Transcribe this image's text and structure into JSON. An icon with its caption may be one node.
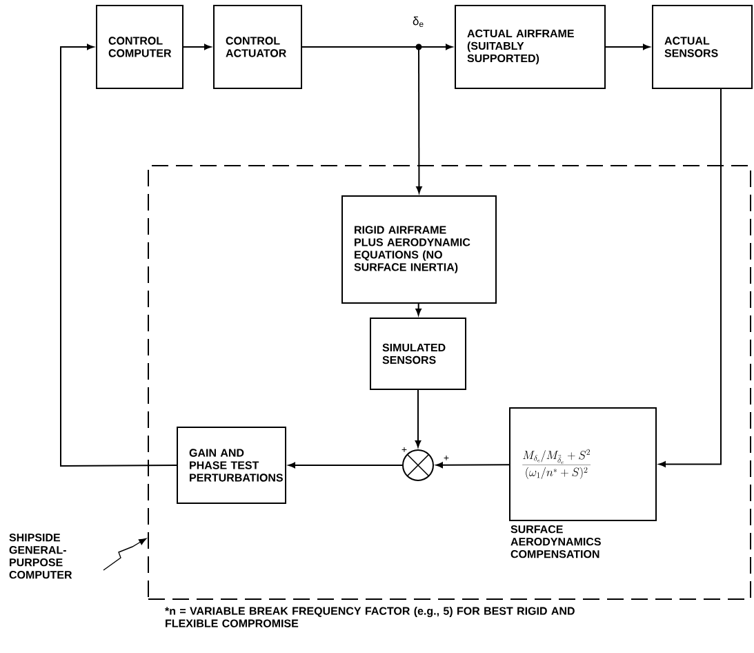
{
  "diagram": {
    "nodes": [
      {
        "text": [
          "CONTROL COMPUTER"
        ]
      },
      {
        "text": [
          "CONTROL ACTUATOR"
        ]
      },
      {
        "text": [],
        "shape": "circle",
        "beside": [
          "δ$_{e}$"
        ]
      },
      {
        "text": [
          "ACTUAL AIRFRAME (SUITABLY SUPPORTED)"
        ]
      },
      {
        "text": [
          "ACTUAL SENSORS"
        ]
      },
      {
        "text": [],
        "shape": "box"
      },
      {
        "text": [
          "RIGID AIRFRAME PLUS AERODYNAMIC EQUATIONS (NO SURFACE INERTIA)"
        ],
        "in": 5
      },
      {
        "text": [
          "SIMULATED SENSORS"
        ],
        "in": 5
      },
      {
        "text": [],
        "shape": "circle",
        "in": 5
      },
      {
        "text": [
          "\\frac{M_{\\delta_e}/M_{\\ddot{\\delta}_e} + S^2}{(\\omega_1/n^{*} + S)^2}"
        ],
        "beside": [
          "SURFACE AERODYNAMICS COMPENSATION"
        ],
        "in": 5
      },
      {
        "text": [
          "GAIN AND PHASE TEST PERTURBATIONS"
        ],
        "in": 5
      },
      {
        "text": [
          "SHIPSIDE GENERAL-PURPOSE COMPUTER"
        ]
      }
    ],
    "edges": [
      {
        "from": 0,
        "to": 1,
        "arrow": "to"
      },
      {
        "from": 1,
        "to": 2,
        "arrow": "none"
      },
      {
        "from": 2,
        "to": 3,
        "arrow": "to"
      },
      {
        "from": 3,
        "to": 4,
        "arrow": "to"
      },
      {
        "from": 2,
        "to": 6,
        "arrow": "to"
      },
      {
        "from": 6,
        "to": 7,
        "arrow": "to"
      },
      {
        "from": 7,
        "to": 8,
        "arrow": "to"
      },
      {
        "from": 4,
        "to": 9,
        "arrow": "to"
      },
      {
        "from": 9,
        "to": 8,
        "arrow": "to"
      },
      {
        "from": 8,
        "to": 10,
        "arrow": "to"
      },
      {
        "from": 10,
        "to": 0,
        "arrow": "to"
      },
      {
        "from": 11,
        "to": 5,
        "arrow": "to"
      }
    ],
    "labels": [
      "+",
      "+",
      "*n = VARIABLE BREAK FREQUENCY FACTOR (e.g., 5) FOR BEST RIGID AND FLEXIBLE COMPROMISE"
    ]
  }
}
